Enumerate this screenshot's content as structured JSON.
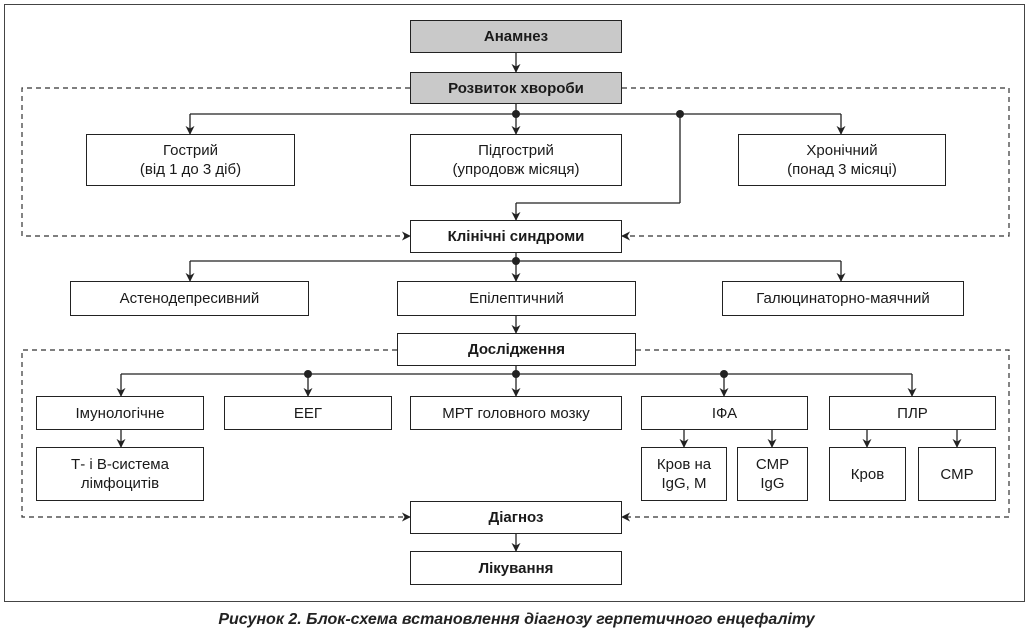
{
  "nodes": {
    "anamnez": "Анамнез",
    "rozvytok": "Розвиток хвороби",
    "gostryi": "Гострий\n(від 1 до 3 діб)",
    "pidgostryi": "Підгострий\n(упродовж місяця)",
    "khronichnyi": "Хронічний\n(понад 3 місяці)",
    "syndromy": "Клінічні синдроми",
    "astenodepresyvnyi": "Астенодепресивний",
    "epileptychnyi": "Епілептичний",
    "galyutsynatorno": "Галюцинаторно-маячний",
    "doslidzhennia": "Дослідження",
    "imunologichne": "Імунологічне",
    "eeg": "ЕЕГ",
    "mrt": "МРТ головного мозку",
    "ifa": "ІФА",
    "plr": "ПЛР",
    "tb_systema": "Т- і В-система\nлімфоцитів",
    "krov_igg": "Кров на\nIgG, M",
    "smr_igg": "СМР\nIgG",
    "krov": "Кров",
    "smr": "СМР",
    "diagnoz": "Діагноз",
    "likuvannia": "Лікування"
  },
  "caption": "Рисунок 2. Блок-схема встановлення діагнозу герпетичного енцефаліту"
}
